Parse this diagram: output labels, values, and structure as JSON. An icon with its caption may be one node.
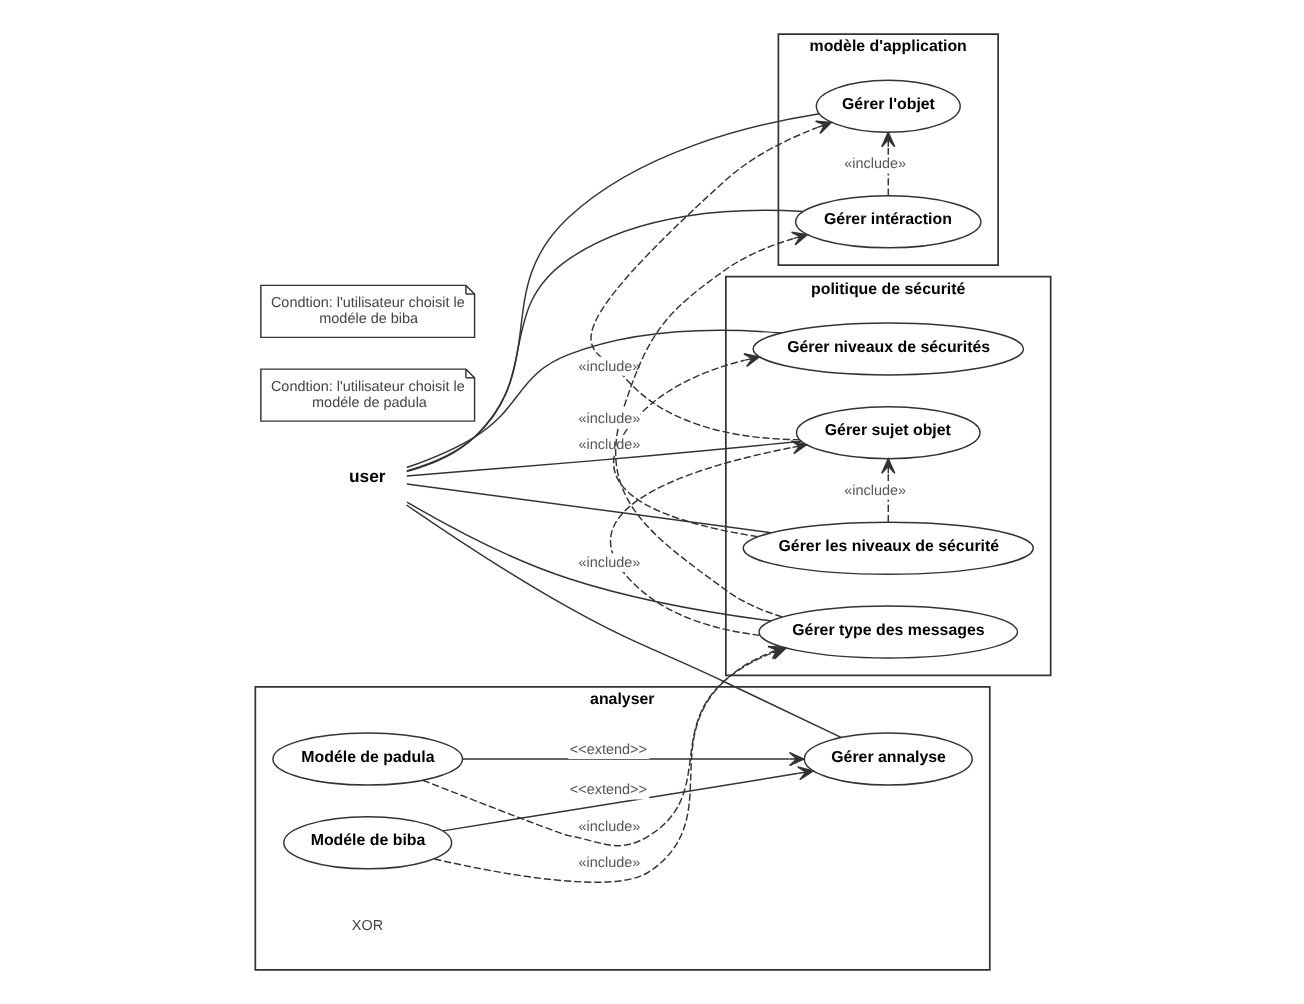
{
  "diagram": {
    "nodes": [
      {
        "text": [
          "user"
        ]
      },
      {
        "text": [
          "modèle d'application"
        ]
      },
      {
        "text": [
          "Gérer l'objet"
        ],
        "in": 1
      },
      {
        "text": [
          "Gérer intéraction"
        ],
        "in": 1
      },
      {
        "text": [
          "politique de sécurité"
        ]
      },
      {
        "text": [
          "Gérer niveaux de sécurités"
        ],
        "in": 4
      },
      {
        "text": [
          "Gérer sujet objet"
        ],
        "in": 4
      },
      {
        "text": [
          "Gérer les niveaux de sécurité"
        ],
        "in": 4
      },
      {
        "text": [
          "Gérer type des messages"
        ],
        "in": 4
      },
      {
        "text": [
          "Condtion: l'utilisateur choisit le modéle de padula"
        ]
      },
      {
        "text": [
          "analyser"
        ]
      },
      {
        "text": [
          "Gérer annalyse"
        ],
        "in": 10
      },
      {
        "text": [
          "Modéle de padula"
        ],
        "in": 10
      },
      {
        "text": [
          "Modéle de biba"
        ],
        "in": 10
      },
      {
        "text": [
          "Condtion: l'utilisateur choisit le modéle de biba"
        ]
      }
    ],
    "edges": [
      {
        "from": 0,
        "to": 2,
        "arrow": "none"
      },
      {
        "from": 0,
        "to": 3,
        "arrow": "none"
      },
      {
        "from": 0,
        "to": 5,
        "arrow": "none"
      },
      {
        "from": 0,
        "to": 6,
        "arrow": "none"
      },
      {
        "from": 0,
        "to": 7,
        "arrow": "none"
      },
      {
        "from": 0,
        "to": 8,
        "arrow": "none"
      },
      {
        "from": 0,
        "to": 11,
        "arrow": "none"
      },
      {
        "from": 3,
        "to": 2,
        "arrow": "to",
        "label": "«include»",
        "style": "dashed"
      },
      {
        "from": 6,
        "to": 2,
        "arrow": "to",
        "label": "«include»",
        "style": "dashed"
      },
      {
        "from": 8,
        "to": 3,
        "arrow": "to",
        "label": "«include»",
        "style": "dashed"
      },
      {
        "from": 8,
        "to": 6,
        "arrow": "to",
        "label": "«include»",
        "style": "dashed"
      },
      {
        "from": 7,
        "to": 6,
        "arrow": "to",
        "label": "«include»",
        "style": "dashed"
      },
      {
        "from": 7,
        "to": 5,
        "arrow": "to",
        "label": "«include»",
        "style": "dashed"
      },
      {
        "from": 12,
        "to": 8,
        "arrow": "to",
        "label": "«include»",
        "style": "dashed"
      },
      {
        "from": 13,
        "to": 8,
        "arrow": "to",
        "label": "«include»",
        "style": "dashed"
      },
      {
        "from": 12,
        "to": 11,
        "arrow": "to",
        "label": "<<extend>>"
      },
      {
        "from": 13,
        "to": 11,
        "arrow": "to",
        "label": "<<extend>>"
      }
    ],
    "labels": [
      "XOR"
    ]
  }
}
